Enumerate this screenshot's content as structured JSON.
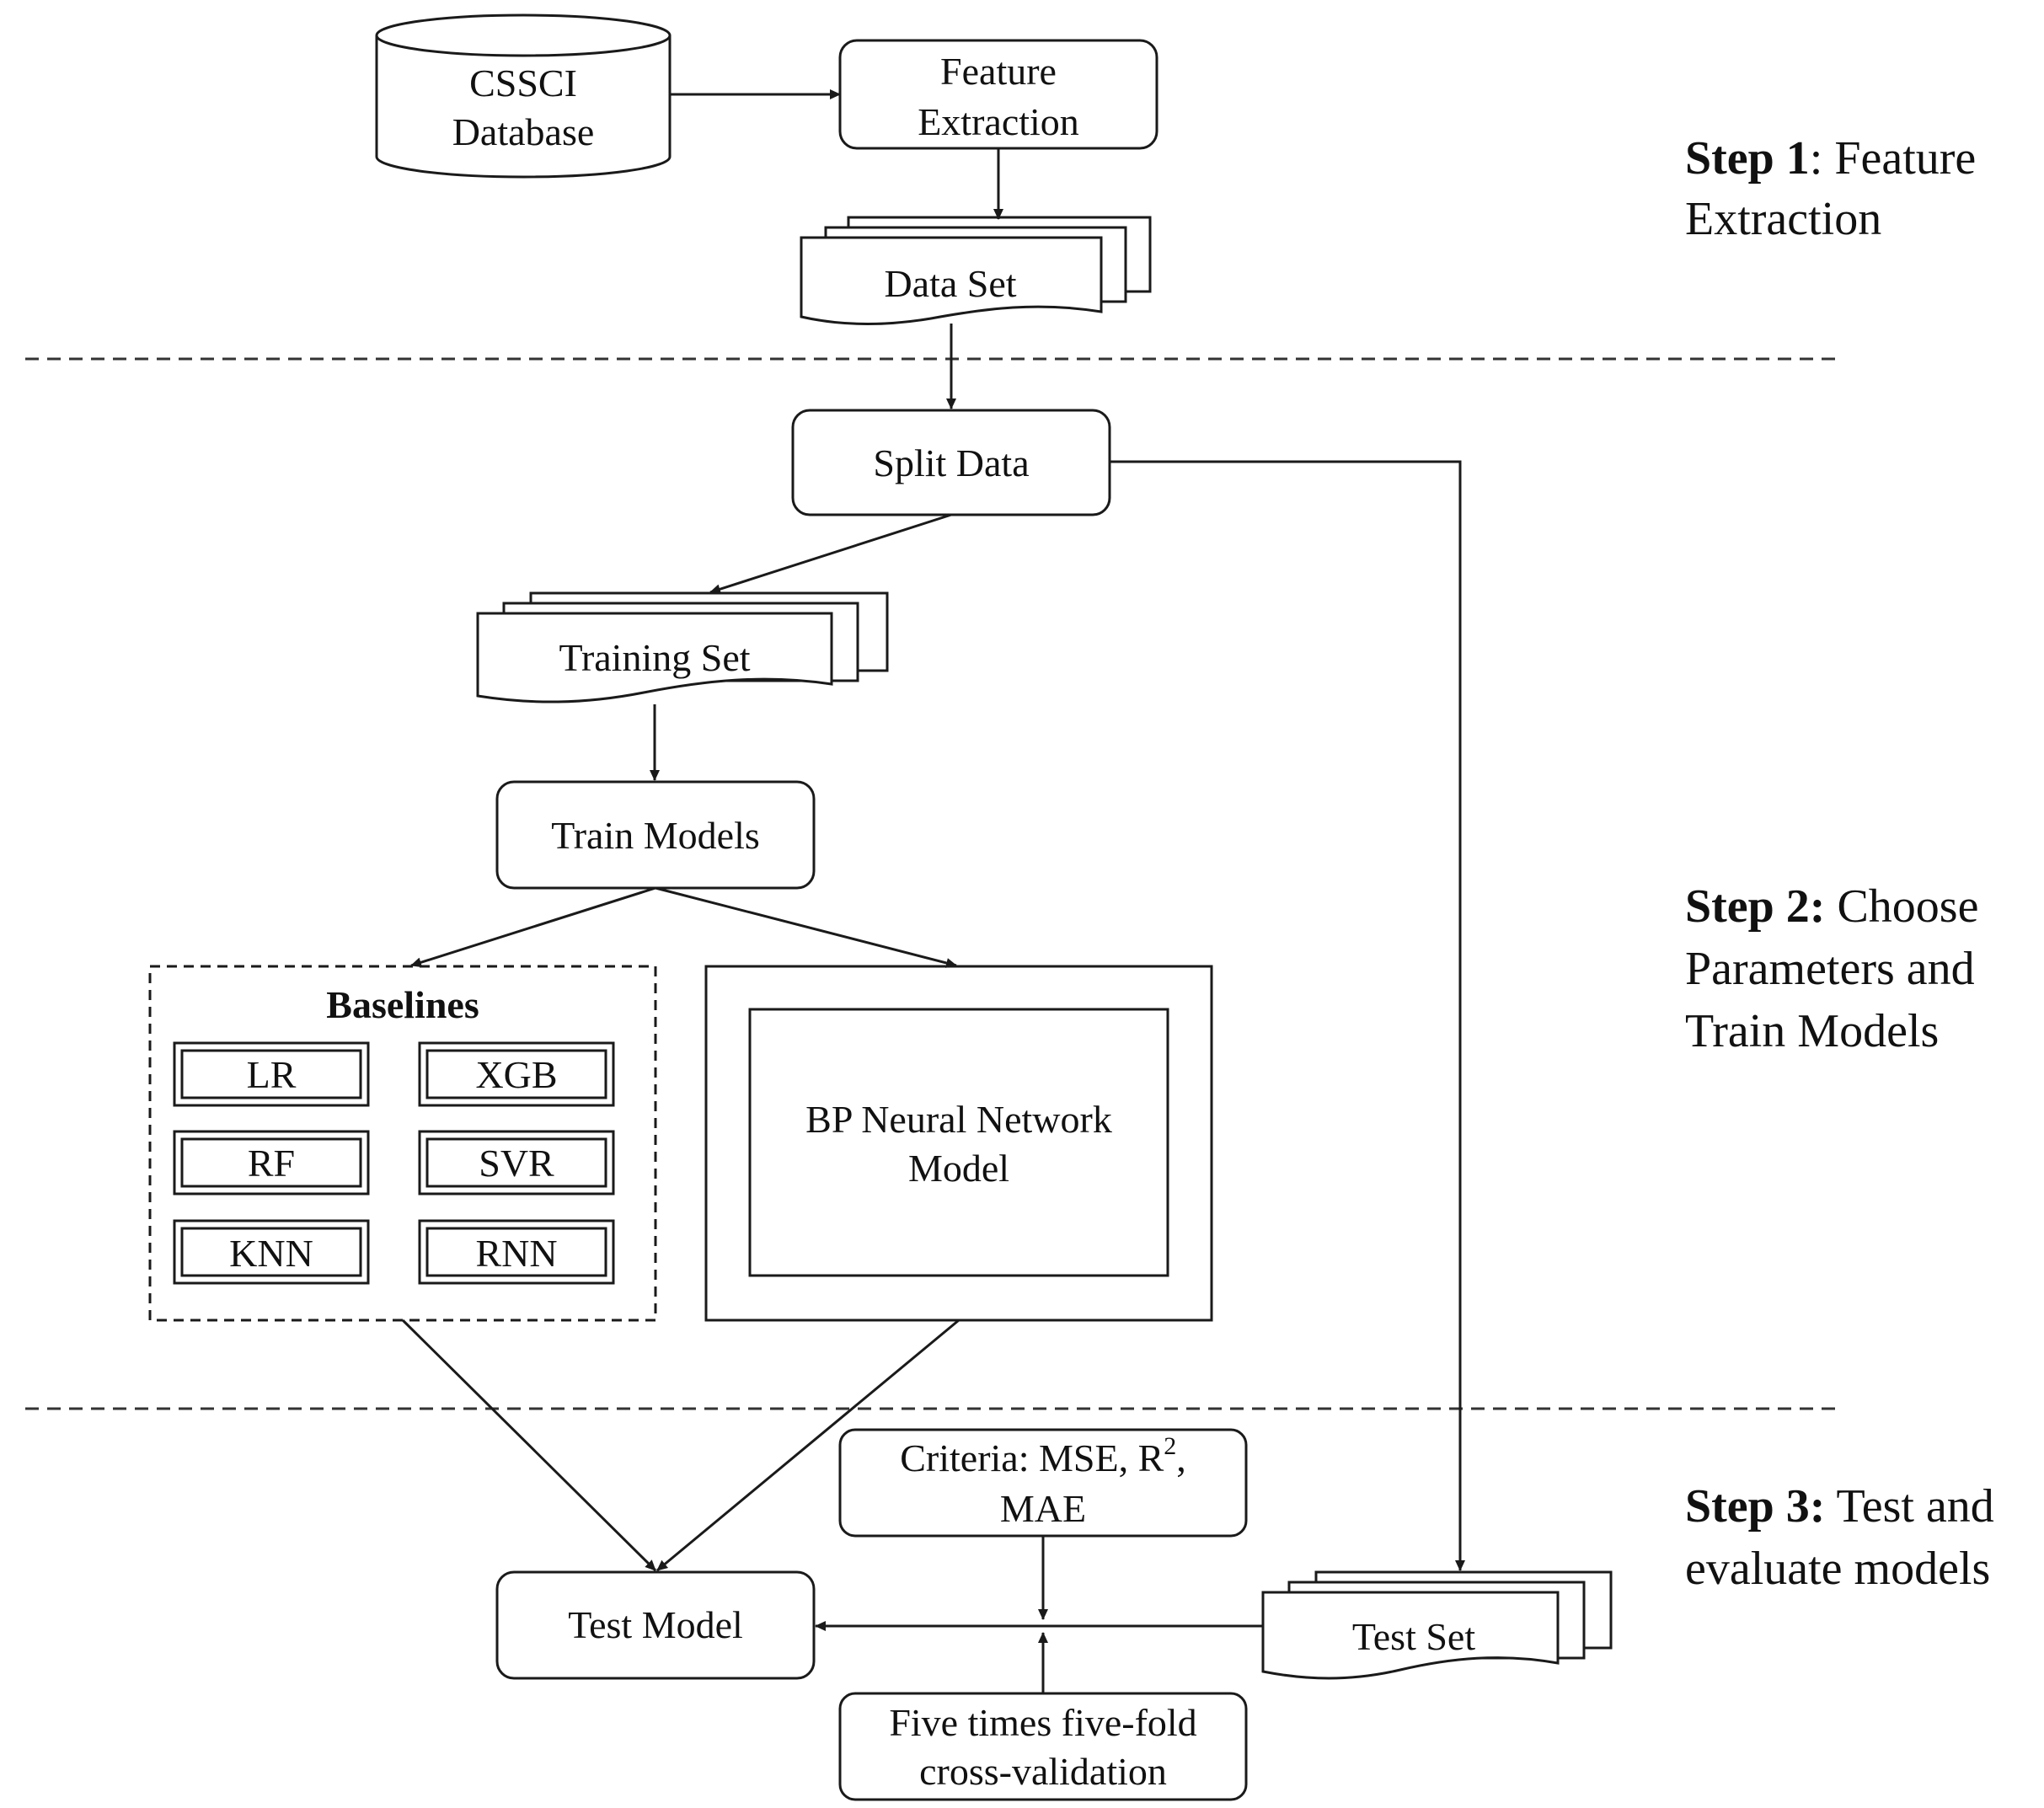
{
  "nodes": {
    "database": [
      "CSSCI",
      "Database"
    ],
    "feature_extraction": [
      "Feature",
      "Extraction"
    ],
    "data_set": "Data Set",
    "split_data": "Split Data",
    "training_set": "Training Set",
    "train_models": "Train Models",
    "baselines_title": "Baselines",
    "baselines": [
      "LR",
      "XGB",
      "RF",
      "SVR",
      "KNN",
      "RNN"
    ],
    "bp_model": [
      "BP Neural Network",
      "Model"
    ],
    "criteria": [
      "Criteria: MSE, R",
      "2",
      ",",
      "MAE"
    ],
    "test_model": "Test Model",
    "test_set": "Test Set",
    "cross_validation": [
      "Five times five-fold",
      "cross-validation"
    ]
  },
  "steps": {
    "step1": {
      "bold": "Step 1",
      "rest_line1": ": Feature",
      "line2": "Extraction"
    },
    "step2": {
      "bold": "Step 2:",
      "rest_line1": " Choose",
      "line2": "Parameters and",
      "line3": "Train Models"
    },
    "step3": {
      "bold": "Step 3:",
      "rest_line1": " Test and",
      "line2": "evaluate models"
    }
  }
}
